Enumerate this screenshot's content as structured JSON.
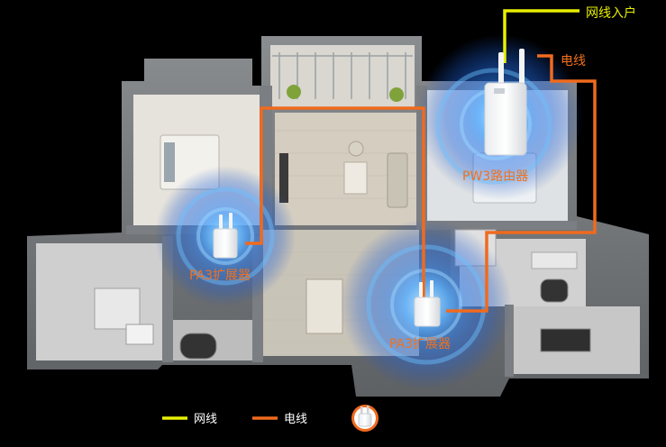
{
  "labels": {
    "network_in": "网线入户",
    "power_line": "电线",
    "router": "PW3路由器",
    "extender_left": "PA3扩展器",
    "extender_bottom": "PA3扩展器"
  },
  "legend": {
    "network_cable": "网线",
    "power_line": "电线"
  },
  "colors": {
    "background": "#000000",
    "network_cable": "#e8f000",
    "power_line": "#f06a1e",
    "label_orange": "#f2711c",
    "wifi_glow": "#2a8cff"
  },
  "icons": {
    "device": "powerline-adapter-icon",
    "wifi": "wifi-coverage-glow"
  }
}
